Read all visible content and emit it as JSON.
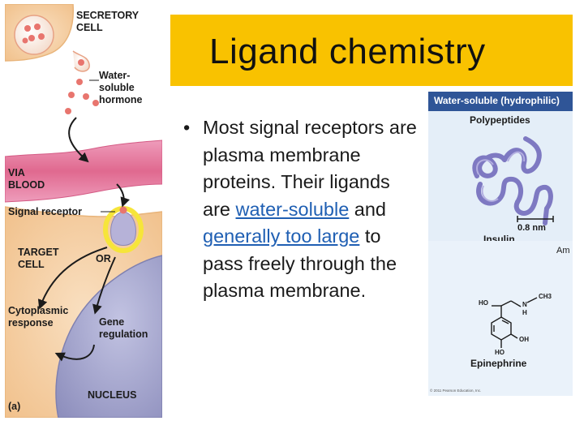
{
  "slide": {
    "title": "Ligand chemistry",
    "bullet": {
      "parts": [
        {
          "text": "Most signal receptors are plasma membrane proteins. Their ligands are "
        },
        {
          "text": "water-soluble",
          "highlight": true
        },
        {
          "text": " and "
        },
        {
          "text": "generally too large",
          "highlight": true
        },
        {
          "text": " to pass freely through the plasma membrane."
        }
      ],
      "bullet_char": "•"
    }
  },
  "diagram": {
    "labels": {
      "secretory_cell_1": "SECRETORY",
      "secretory_cell_2": "CELL",
      "hormone_1": "Water-",
      "hormone_2": "soluble",
      "hormone_3": "hormone",
      "via_blood_1": "VIA",
      "via_blood_2": "BLOOD",
      "signal_receptor": "Signal receptor",
      "target_cell_1": "TARGET",
      "target_cell_2": "CELL",
      "or": "OR",
      "cytoplasmic_1": "Cytoplasmic",
      "cytoplasmic_2": "response",
      "gene_1": "Gene",
      "gene_2": "regulation",
      "nucleus": "NUCLEUS",
      "panel": "(a)"
    },
    "colors": {
      "cell_fill": "#f4c99a",
      "blood_fill": "#e4779e",
      "nucleus_fill": "#a5a6cc",
      "hormone": "#e8756e",
      "receptor_glow": "#f6e53a",
      "receptor": "#b6b2d8"
    }
  },
  "right_panel": {
    "header": "Water-soluble (hydrophilic)",
    "polypeptides": "Polypeptides",
    "scale": "0.8 nm",
    "insulin": "Insulin",
    "amines_partial": "Am",
    "epinephrine": "Epinephrine",
    "chem": {
      "ho_top": "HO",
      "n": "N",
      "h": "H",
      "ch3": "CH3",
      "oh": "OH",
      "ho_bottom": "HO"
    },
    "copyright": "© 2011 Pearson Education, Inc."
  }
}
